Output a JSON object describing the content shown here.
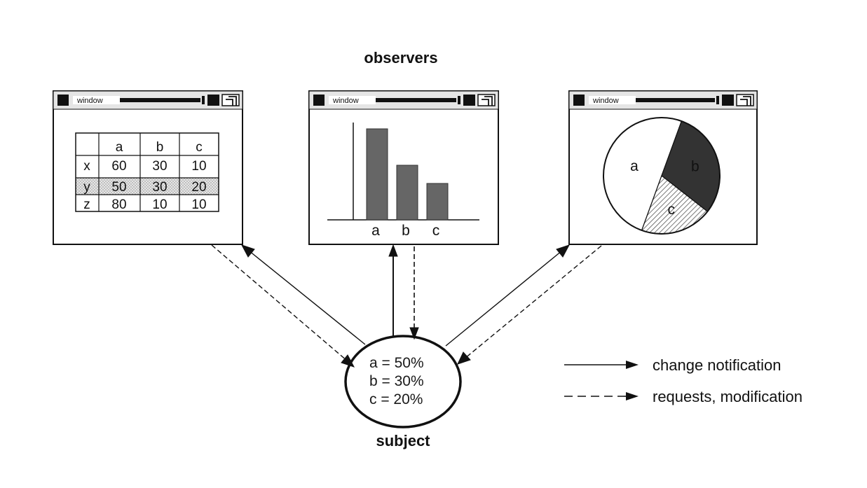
{
  "title": "observers",
  "subject_label": "subject",
  "window_title": "window",
  "subject": [
    "a = 50%",
    "b = 30%",
    "c = 20%"
  ],
  "table": {
    "columns": [
      "a",
      "b",
      "c"
    ],
    "rows": [
      {
        "label": "x",
        "values": [
          "60",
          "30",
          "10"
        ]
      },
      {
        "label": "y",
        "values": [
          "50",
          "30",
          "20"
        ]
      },
      {
        "label": "z",
        "values": [
          "80",
          "10",
          "10"
        ]
      }
    ]
  },
  "bar_chart": {
    "categories": [
      "a",
      "b",
      "c"
    ],
    "values": [
      50,
      30,
      20
    ]
  },
  "pie_chart": {
    "labels": [
      "a",
      "b",
      "c"
    ],
    "values": [
      50,
      30,
      20
    ]
  },
  "legend": {
    "solid": "change notification",
    "dashed": "requests, modification"
  },
  "colors": {
    "line": "#111111",
    "bar": "#666666",
    "pie_b": "#333333",
    "highlight_row": "#d9d9d9"
  }
}
